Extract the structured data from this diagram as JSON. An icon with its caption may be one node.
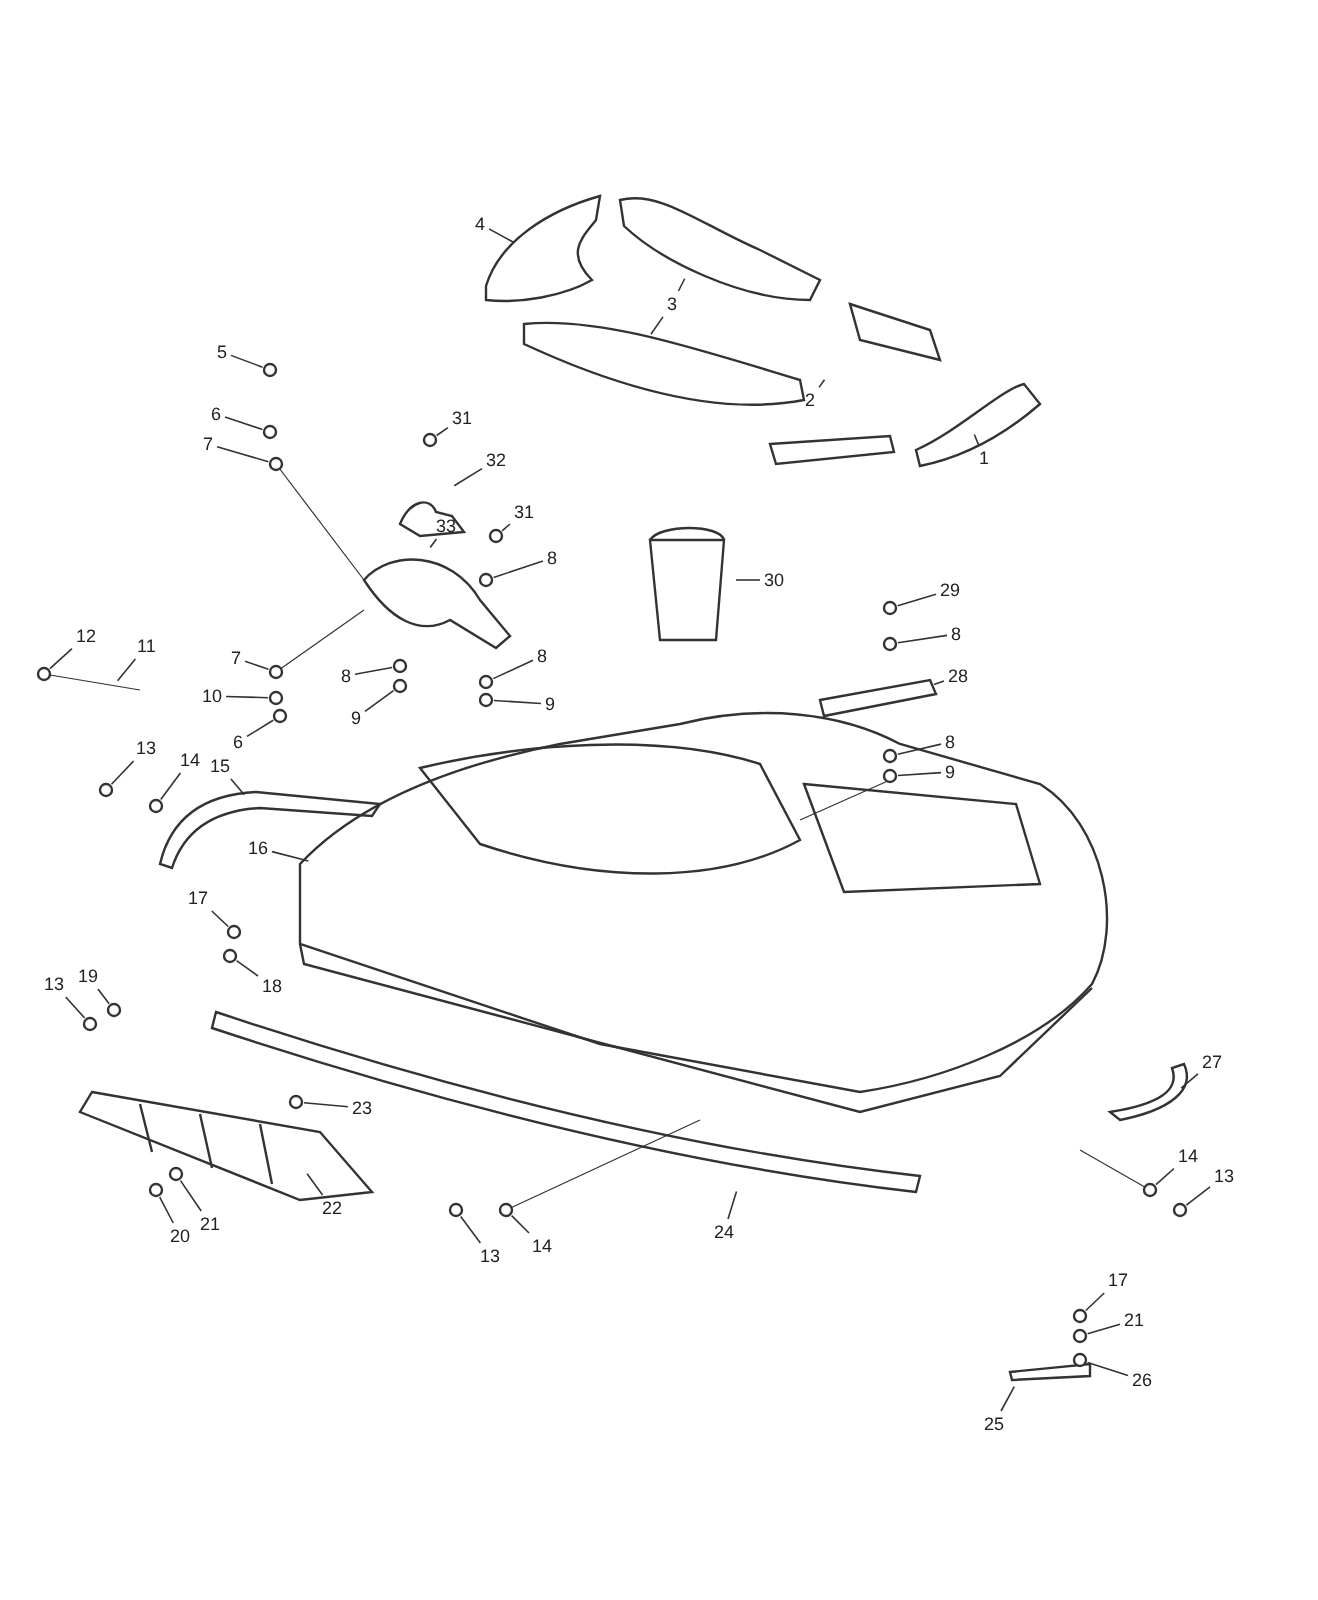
{
  "diagram": {
    "nodes": [
      {
        "text": [
          "4"
        ]
      },
      {
        "text": [
          "3"
        ]
      },
      {
        "text": [
          "2"
        ]
      },
      {
        "text": [
          "1"
        ]
      },
      {
        "text": [
          "5"
        ]
      },
      {
        "text": [
          "6"
        ]
      },
      {
        "text": [
          "31"
        ]
      },
      {
        "text": [
          "7"
        ]
      },
      {
        "text": [
          "32"
        ]
      },
      {
        "text": [
          "33"
        ]
      },
      {
        "text": [
          "31"
        ]
      },
      {
        "text": [
          "8"
        ]
      },
      {
        "text": [
          "30"
        ]
      },
      {
        "text": [
          "29"
        ]
      },
      {
        "text": [
          "8"
        ]
      },
      {
        "text": [
          "12"
        ]
      },
      {
        "text": [
          "11"
        ]
      },
      {
        "text": [
          "7"
        ]
      },
      {
        "text": [
          "8"
        ]
      },
      {
        "text": [
          "8"
        ]
      },
      {
        "text": [
          "10"
        ]
      },
      {
        "text": [
          "9"
        ]
      },
      {
        "text": [
          "9"
        ]
      },
      {
        "text": [
          "6"
        ]
      },
      {
        "text": [
          "28"
        ]
      },
      {
        "text": [
          "13"
        ]
      },
      {
        "text": [
          "14"
        ]
      },
      {
        "text": [
          "8"
        ]
      },
      {
        "text": [
          "9"
        ]
      },
      {
        "text": [
          "15"
        ]
      },
      {
        "text": [
          "16"
        ]
      },
      {
        "text": [
          "17"
        ]
      },
      {
        "text": [
          "18"
        ]
      },
      {
        "text": [
          "13"
        ]
      },
      {
        "text": [
          "19"
        ]
      },
      {
        "text": [
          "23"
        ]
      },
      {
        "text": [
          "22"
        ]
      },
      {
        "text": [
          "27"
        ]
      },
      {
        "text": [
          "14"
        ]
      },
      {
        "text": [
          "13"
        ]
      },
      {
        "text": [
          "21"
        ]
      },
      {
        "text": [
          "20"
        ]
      },
      {
        "text": [
          "13"
        ]
      },
      {
        "text": [
          "14"
        ]
      },
      {
        "text": [
          "24"
        ]
      },
      {
        "text": [
          "17"
        ]
      },
      {
        "text": [
          "21"
        ]
      },
      {
        "text": [
          "26"
        ]
      },
      {
        "text": [
          "25"
        ]
      },
      {
        "text": [],
        "shape": "circle"
      },
      {
        "text": [],
        "shape": "circle"
      },
      {
        "text": [],
        "shape": "circle"
      },
      {
        "text": [],
        "shape": "circle"
      },
      {
        "text": [],
        "shape": "circle"
      },
      {
        "text": [],
        "shape": "circle"
      },
      {
        "text": [],
        "shape": "circle"
      },
      {
        "text": [],
        "shape": "circle"
      },
      {
        "text": [],
        "shape": "circle"
      },
      {
        "text": [],
        "shape": "circle"
      },
      {
        "text": [],
        "shape": "circle"
      },
      {
        "text": [],
        "shape": "circle"
      },
      {
        "text": [],
        "shape": "circle"
      },
      {
        "text": [],
        "shape": "circle"
      },
      {
        "text": [],
        "shape": "circle"
      },
      {
        "text": [],
        "shape": "circle"
      },
      {
        "text": [],
        "shape": "circle"
      },
      {
        "text": [],
        "shape": "circle"
      },
      {
        "text": [],
        "shape": "circle"
      },
      {
        "text": [],
        "shape": "circle"
      },
      {
        "text": [],
        "shape": "circle"
      },
      {
        "text": [],
        "shape": "circle"
      },
      {
        "text": [],
        "shape": "circle"
      },
      {
        "text": [],
        "shape": "circle"
      },
      {
        "text": [],
        "shape": "circle"
      },
      {
        "text": [],
        "shape": "circle"
      },
      {
        "text": [],
        "shape": "circle"
      },
      {
        "text": [],
        "shape": "circle"
      },
      {
        "text": [],
        "shape": "circle"
      },
      {
        "text": [],
        "shape": "circle"
      },
      {
        "text": [],
        "shape": "circle"
      },
      {
        "text": [],
        "shape": "circle"
      },
      {
        "text": [],
        "shape": "circle"
      },
      {
        "text": [],
        "shape": "circle"
      }
    ],
    "edges": [
      {
        "from": 0,
        "to": null,
        "arrow": "none"
      },
      {
        "from": 1,
        "to": null,
        "arrow": "none"
      },
      {
        "from": 1,
        "to": null,
        "arrow": "none"
      },
      {
        "from": 2,
        "to": null,
        "arrow": "none"
      },
      {
        "from": 3,
        "to": null,
        "arrow": "none"
      },
      {
        "from": 4,
        "to": 49,
        "arrow": "none"
      },
      {
        "from": 5,
        "to": 50,
        "arrow": "none"
      },
      {
        "from": 6,
        "to": 52,
        "arrow": "none"
      },
      {
        "from": 7,
        "to": 51,
        "arrow": "none"
      },
      {
        "from": 8,
        "to": null,
        "arrow": "none"
      },
      {
        "from": 9,
        "to": null,
        "arrow": "none"
      },
      {
        "from": 10,
        "to": 53,
        "arrow": "none"
      },
      {
        "from": 11,
        "to": 54,
        "arrow": "none"
      },
      {
        "from": 12,
        "to": null,
        "arrow": "none"
      },
      {
        "from": 13,
        "to": 55,
        "arrow": "none"
      },
      {
        "from": 14,
        "to": 56,
        "arrow": "none"
      },
      {
        "from": 15,
        "to": 57,
        "arrow": "none"
      },
      {
        "from": 16,
        "to": null,
        "arrow": "none"
      },
      {
        "from": 17,
        "to": 58,
        "arrow": "none"
      },
      {
        "from": 18,
        "to": 59,
        "arrow": "none"
      },
      {
        "from": 19,
        "to": 60,
        "arrow": "none"
      },
      {
        "from": 20,
        "to": 61,
        "arrow": "none"
      },
      {
        "from": 21,
        "to": 62,
        "arrow": "none"
      },
      {
        "from": 22,
        "to": 63,
        "arrow": "none"
      },
      {
        "from": 23,
        "to": 64,
        "arrow": "none"
      },
      {
        "from": 24,
        "to": null,
        "arrow": "none"
      },
      {
        "from": 25,
        "to": 65,
        "arrow": "none"
      },
      {
        "from": 26,
        "to": 66,
        "arrow": "none"
      },
      {
        "from": 27,
        "to": 67,
        "arrow": "none"
      },
      {
        "from": 28,
        "to": 68,
        "arrow": "none"
      },
      {
        "from": 29,
        "to": null,
        "arrow": "none"
      },
      {
        "from": 30,
        "to": null,
        "arrow": "none"
      },
      {
        "from": 31,
        "to": 69,
        "arrow": "none"
      },
      {
        "from": 32,
        "to": 70,
        "arrow": "none"
      },
      {
        "from": 33,
        "to": 71,
        "arrow": "none"
      },
      {
        "from": 34,
        "to": 72,
        "arrow": "none"
      },
      {
        "from": 35,
        "to": 73,
        "arrow": "none"
      },
      {
        "from": 36,
        "to": null,
        "arrow": "none"
      },
      {
        "from": 37,
        "to": null,
        "arrow": "none"
      },
      {
        "from": 38,
        "to": 74,
        "arrow": "none"
      },
      {
        "from": 39,
        "to": 75,
        "arrow": "none"
      },
      {
        "from": 40,
        "to": 76,
        "arrow": "none"
      },
      {
        "from": 41,
        "to": 77,
        "arrow": "none"
      },
      {
        "from": 42,
        "to": 78,
        "arrow": "none"
      },
      {
        "from": 43,
        "to": 79,
        "arrow": "none"
      },
      {
        "from": 44,
        "to": null,
        "arrow": "none"
      },
      {
        "from": 45,
        "to": 80,
        "arrow": "none"
      },
      {
        "from": 46,
        "to": 81,
        "arrow": "none"
      },
      {
        "from": 47,
        "to": 82,
        "arrow": "none"
      },
      {
        "from": 48,
        "to": null,
        "arrow": "none"
      }
    ]
  }
}
